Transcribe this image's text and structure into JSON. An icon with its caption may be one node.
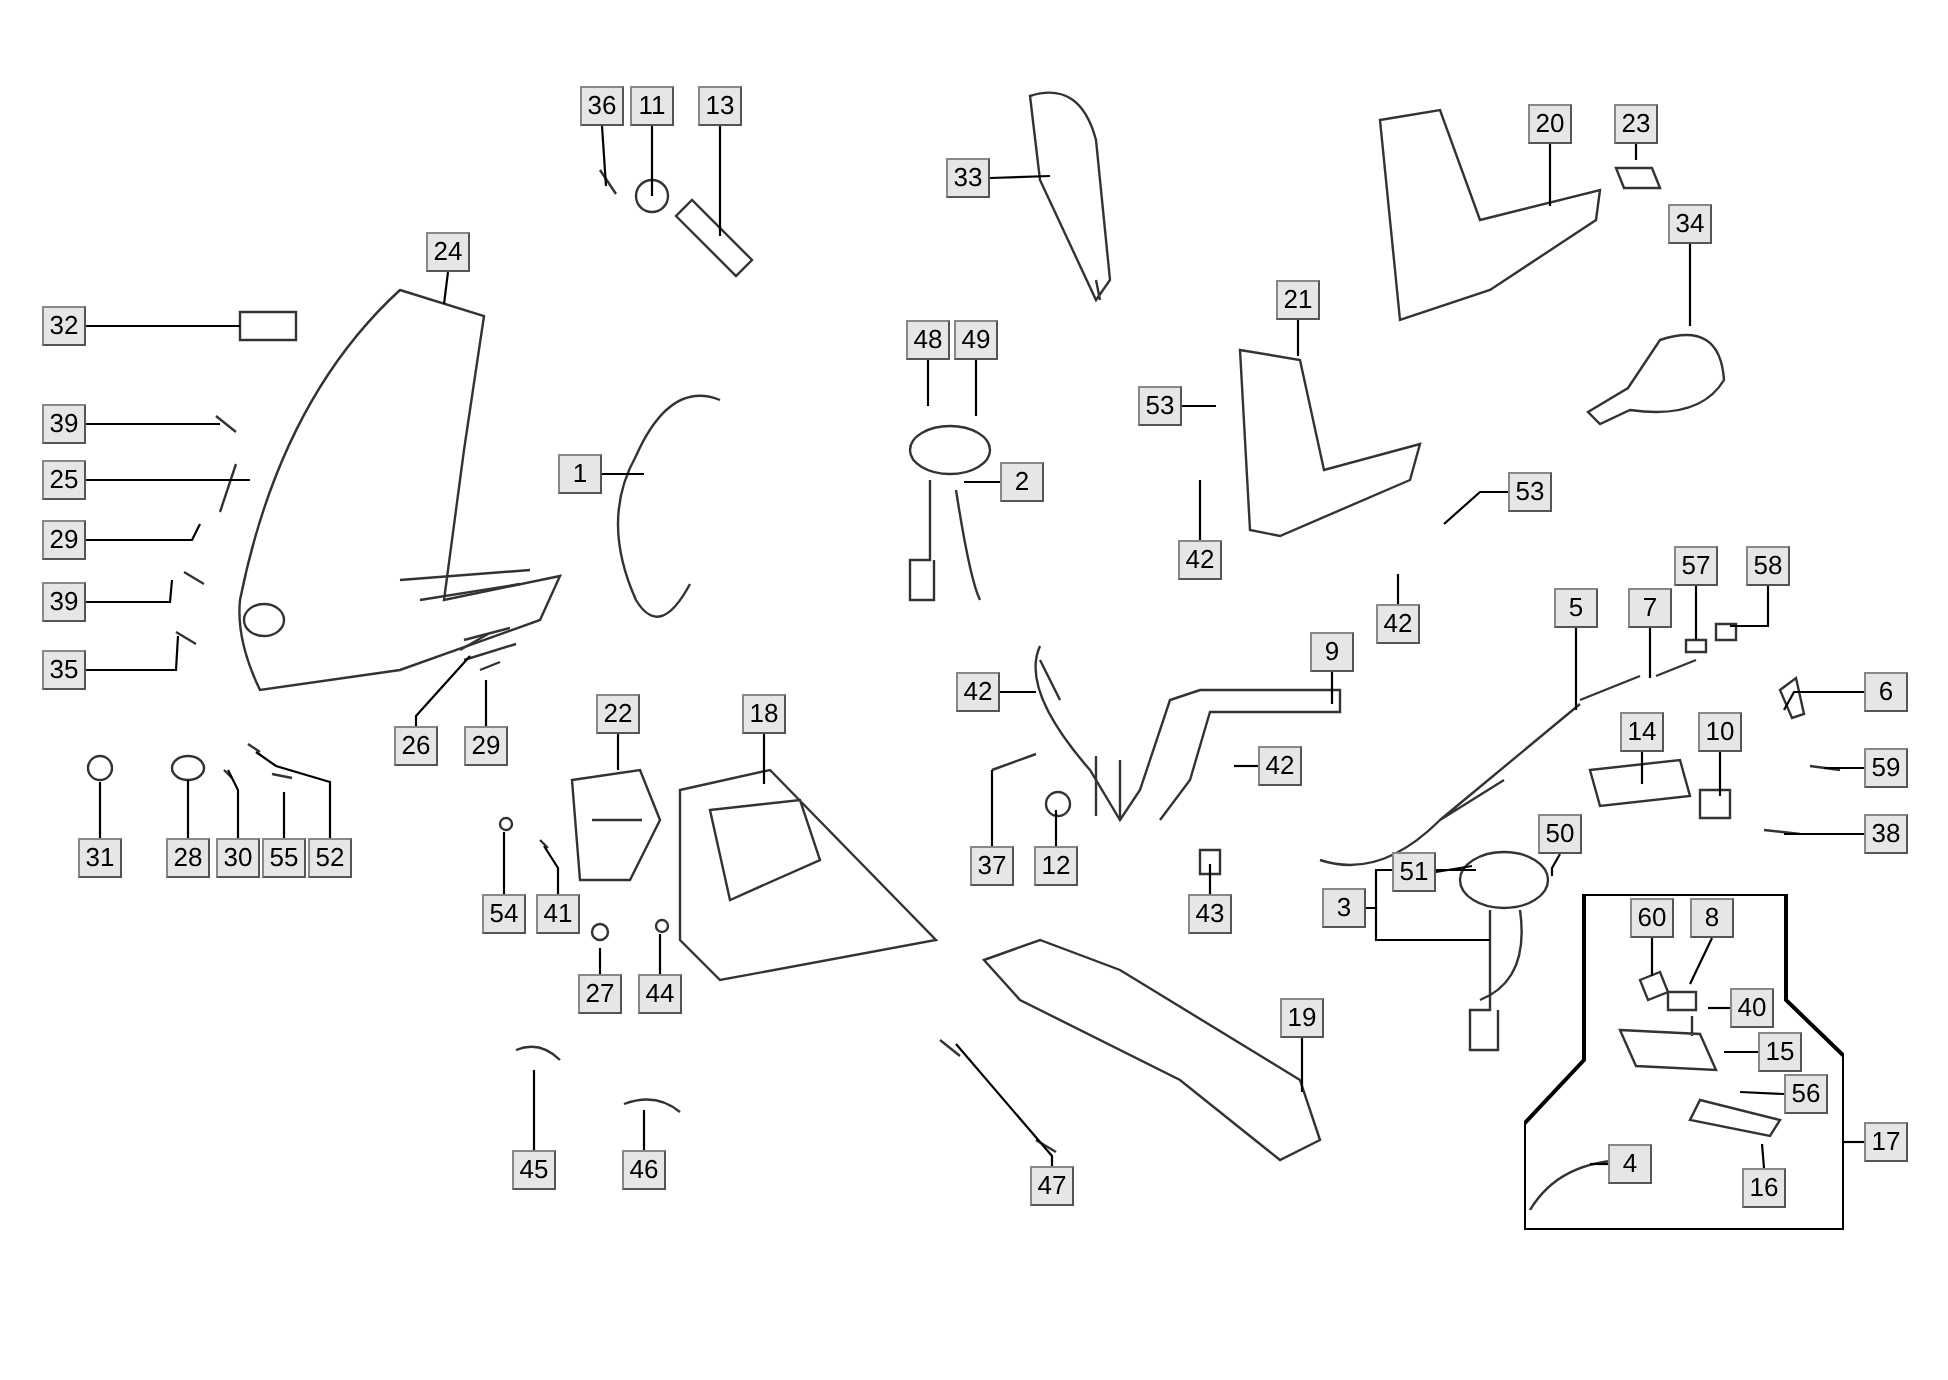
{
  "diagram": {
    "nodes": [
      {
        "text": [
          "36"
        ]
      },
      {
        "text": [
          "11"
        ]
      },
      {
        "text": [
          "13"
        ]
      },
      {
        "text": [
          "24"
        ]
      },
      {
        "text": [
          "32"
        ]
      },
      {
        "text": [
          "39"
        ]
      },
      {
        "text": [
          "25"
        ]
      },
      {
        "text": [
          "29"
        ]
      },
      {
        "text": [
          "39"
        ]
      },
      {
        "text": [
          "35"
        ]
      },
      {
        "text": [
          "1"
        ]
      },
      {
        "text": [
          "33"
        ]
      },
      {
        "text": [
          "48"
        ]
      },
      {
        "text": [
          "49"
        ]
      },
      {
        "text": [
          "2"
        ]
      },
      {
        "text": [
          "20"
        ]
      },
      {
        "text": [
          "23"
        ]
      },
      {
        "text": [
          "21"
        ]
      },
      {
        "text": [
          "34"
        ]
      },
      {
        "text": [
          "53"
        ]
      },
      {
        "text": [
          "53"
        ]
      },
      {
        "text": [
          "42"
        ]
      },
      {
        "text": [
          "42"
        ]
      },
      {
        "text": [
          "5"
        ]
      },
      {
        "text": [
          "7"
        ]
      },
      {
        "text": [
          "57"
        ]
      },
      {
        "text": [
          "58"
        ]
      },
      {
        "text": [
          "6"
        ]
      },
      {
        "text": [
          "9"
        ]
      },
      {
        "text": [
          "42"
        ]
      },
      {
        "text": [
          "42"
        ]
      },
      {
        "text": [
          "14"
        ]
      },
      {
        "text": [
          "10"
        ]
      },
      {
        "text": [
          "59"
        ]
      },
      {
        "text": [
          "38"
        ]
      },
      {
        "text": [
          "37"
        ]
      },
      {
        "text": [
          "12"
        ]
      },
      {
        "text": [
          "43"
        ]
      },
      {
        "text": [
          "50"
        ]
      },
      {
        "text": [
          "51"
        ]
      },
      {
        "text": [
          "3"
        ]
      },
      {
        "text": [],
        "shape": "box"
      },
      {
        "text": [
          "60"
        ],
        "in": 41
      },
      {
        "text": [
          "8"
        ],
        "in": 41
      },
      {
        "text": [
          "40"
        ],
        "in": 41
      },
      {
        "text": [
          "15"
        ],
        "in": 41
      },
      {
        "text": [
          "56"
        ],
        "in": 41
      },
      {
        "text": [
          "17"
        ]
      },
      {
        "text": [
          "16"
        ],
        "in": 41
      },
      {
        "text": [
          "4"
        ],
        "in": 41
      },
      {
        "text": [
          "19"
        ]
      },
      {
        "text": [
          "47"
        ]
      },
      {
        "text": [
          "22"
        ]
      },
      {
        "text": [
          "18"
        ]
      },
      {
        "text": [
          "26"
        ]
      },
      {
        "text": [
          "29"
        ]
      },
      {
        "text": [
          "31"
        ]
      },
      {
        "text": [
          "28"
        ]
      },
      {
        "text": [
          "30"
        ]
      },
      {
        "text": [
          "55"
        ]
      },
      {
        "text": [
          "52"
        ]
      },
      {
        "text": [
          "54"
        ]
      },
      {
        "text": [
          "41"
        ]
      },
      {
        "text": [
          "27"
        ]
      },
      {
        "text": [
          "44"
        ]
      },
      {
        "text": [
          "45"
        ]
      },
      {
        "text": [
          "46"
        ]
      }
    ],
    "edges": [
      {
        "from": 0,
        "to": null,
        "arrow": "none"
      },
      {
        "from": 1,
        "to": null,
        "arrow": "none"
      },
      {
        "from": 2,
        "to": null,
        "arrow": "none"
      },
      {
        "from": 3,
        "to": null,
        "arrow": "none"
      },
      {
        "from": 4,
        "to": null,
        "arrow": "none"
      },
      {
        "from": 5,
        "to": null,
        "arrow": "none"
      },
      {
        "from": 6,
        "to": null,
        "arrow": "none"
      },
      {
        "from": 7,
        "to": null,
        "arrow": "none"
      },
      {
        "from": 8,
        "to": null,
        "arrow": "none"
      },
      {
        "from": 9,
        "to": null,
        "arrow": "none"
      },
      {
        "from": 10,
        "to": null,
        "arrow": "none"
      },
      {
        "from": 11,
        "to": null,
        "arrow": "none"
      },
      {
        "from": 12,
        "to": null,
        "arrow": "none"
      },
      {
        "from": 13,
        "to": null,
        "arrow": "none"
      },
      {
        "from": 14,
        "to": null,
        "arrow": "none"
      },
      {
        "from": 15,
        "to": null,
        "arrow": "none"
      },
      {
        "from": 16,
        "to": null,
        "arrow": "none"
      },
      {
        "from": 17,
        "to": null,
        "arrow": "none"
      },
      {
        "from": 18,
        "to": null,
        "arrow": "none"
      },
      {
        "from": 19,
        "to": null,
        "arrow": "none"
      },
      {
        "from": 20,
        "to": null,
        "arrow": "none"
      },
      {
        "from": 21,
        "to": null,
        "arrow": "none"
      },
      {
        "from": 22,
        "to": null,
        "arrow": "none"
      },
      {
        "from": 23,
        "to": null,
        "arrow": "none"
      },
      {
        "from": 24,
        "to": null,
        "arrow": "none"
      },
      {
        "from": 25,
        "to": null,
        "arrow": "none"
      },
      {
        "from": 26,
        "to": null,
        "arrow": "none"
      },
      {
        "from": 27,
        "to": null,
        "arrow": "none"
      },
      {
        "from": 28,
        "to": null,
        "arrow": "none"
      },
      {
        "from": 29,
        "to": null,
        "arrow": "none"
      },
      {
        "from": 30,
        "to": null,
        "arrow": "none"
      },
      {
        "from": 31,
        "to": null,
        "arrow": "none"
      },
      {
        "from": 32,
        "to": null,
        "arrow": "none"
      },
      {
        "from": 33,
        "to": null,
        "arrow": "none"
      },
      {
        "from": 34,
        "to": null,
        "arrow": "none"
      },
      {
        "from": 35,
        "to": null,
        "arrow": "none"
      },
      {
        "from": 36,
        "to": null,
        "arrow": "none"
      },
      {
        "from": 37,
        "to": null,
        "arrow": "none"
      },
      {
        "from": 38,
        "to": null,
        "arrow": "none"
      },
      {
        "from": 39,
        "to": null,
        "arrow": "none"
      },
      {
        "from": 40,
        "to": null,
        "arrow": "none"
      },
      {
        "from": 40,
        "to": null,
        "arrow": "none"
      },
      {
        "from": 42,
        "to": null,
        "arrow": "none"
      },
      {
        "from": 43,
        "to": null,
        "arrow": "none"
      },
      {
        "from": 44,
        "to": null,
        "arrow": "none"
      },
      {
        "from": 45,
        "to": null,
        "arrow": "none"
      },
      {
        "from": 46,
        "to": null,
        "arrow": "none"
      },
      {
        "from": 47,
        "to": 41,
        "arrow": "none"
      },
      {
        "from": 48,
        "to": null,
        "arrow": "none"
      },
      {
        "from": 49,
        "to": null,
        "arrow": "none"
      },
      {
        "from": 50,
        "to": null,
        "arrow": "none"
      },
      {
        "from": 51,
        "to": null,
        "arrow": "none"
      },
      {
        "from": 52,
        "to": null,
        "arrow": "none"
      },
      {
        "from": 53,
        "to": null,
        "arrow": "none"
      },
      {
        "from": 54,
        "to": null,
        "arrow": "none"
      },
      {
        "from": 55,
        "to": null,
        "arrow": "none"
      },
      {
        "from": 56,
        "to": null,
        "arrow": "none"
      },
      {
        "from": 57,
        "to": null,
        "arrow": "none"
      },
      {
        "from": 58,
        "to": null,
        "arrow": "none"
      },
      {
        "from": 59,
        "to": null,
        "arrow": "none"
      },
      {
        "from": 60,
        "to": null,
        "arrow": "none"
      },
      {
        "from": 61,
        "to": null,
        "arrow": "none"
      },
      {
        "from": 62,
        "to": null,
        "arrow": "none"
      },
      {
        "from": 63,
        "to": null,
        "arrow": "none"
      },
      {
        "from": 64,
        "to": null,
        "arrow": "none"
      },
      {
        "from": 65,
        "to": null,
        "arrow": "none"
      },
      {
        "from": 66,
        "to": null,
        "arrow": "none"
      }
    ]
  }
}
